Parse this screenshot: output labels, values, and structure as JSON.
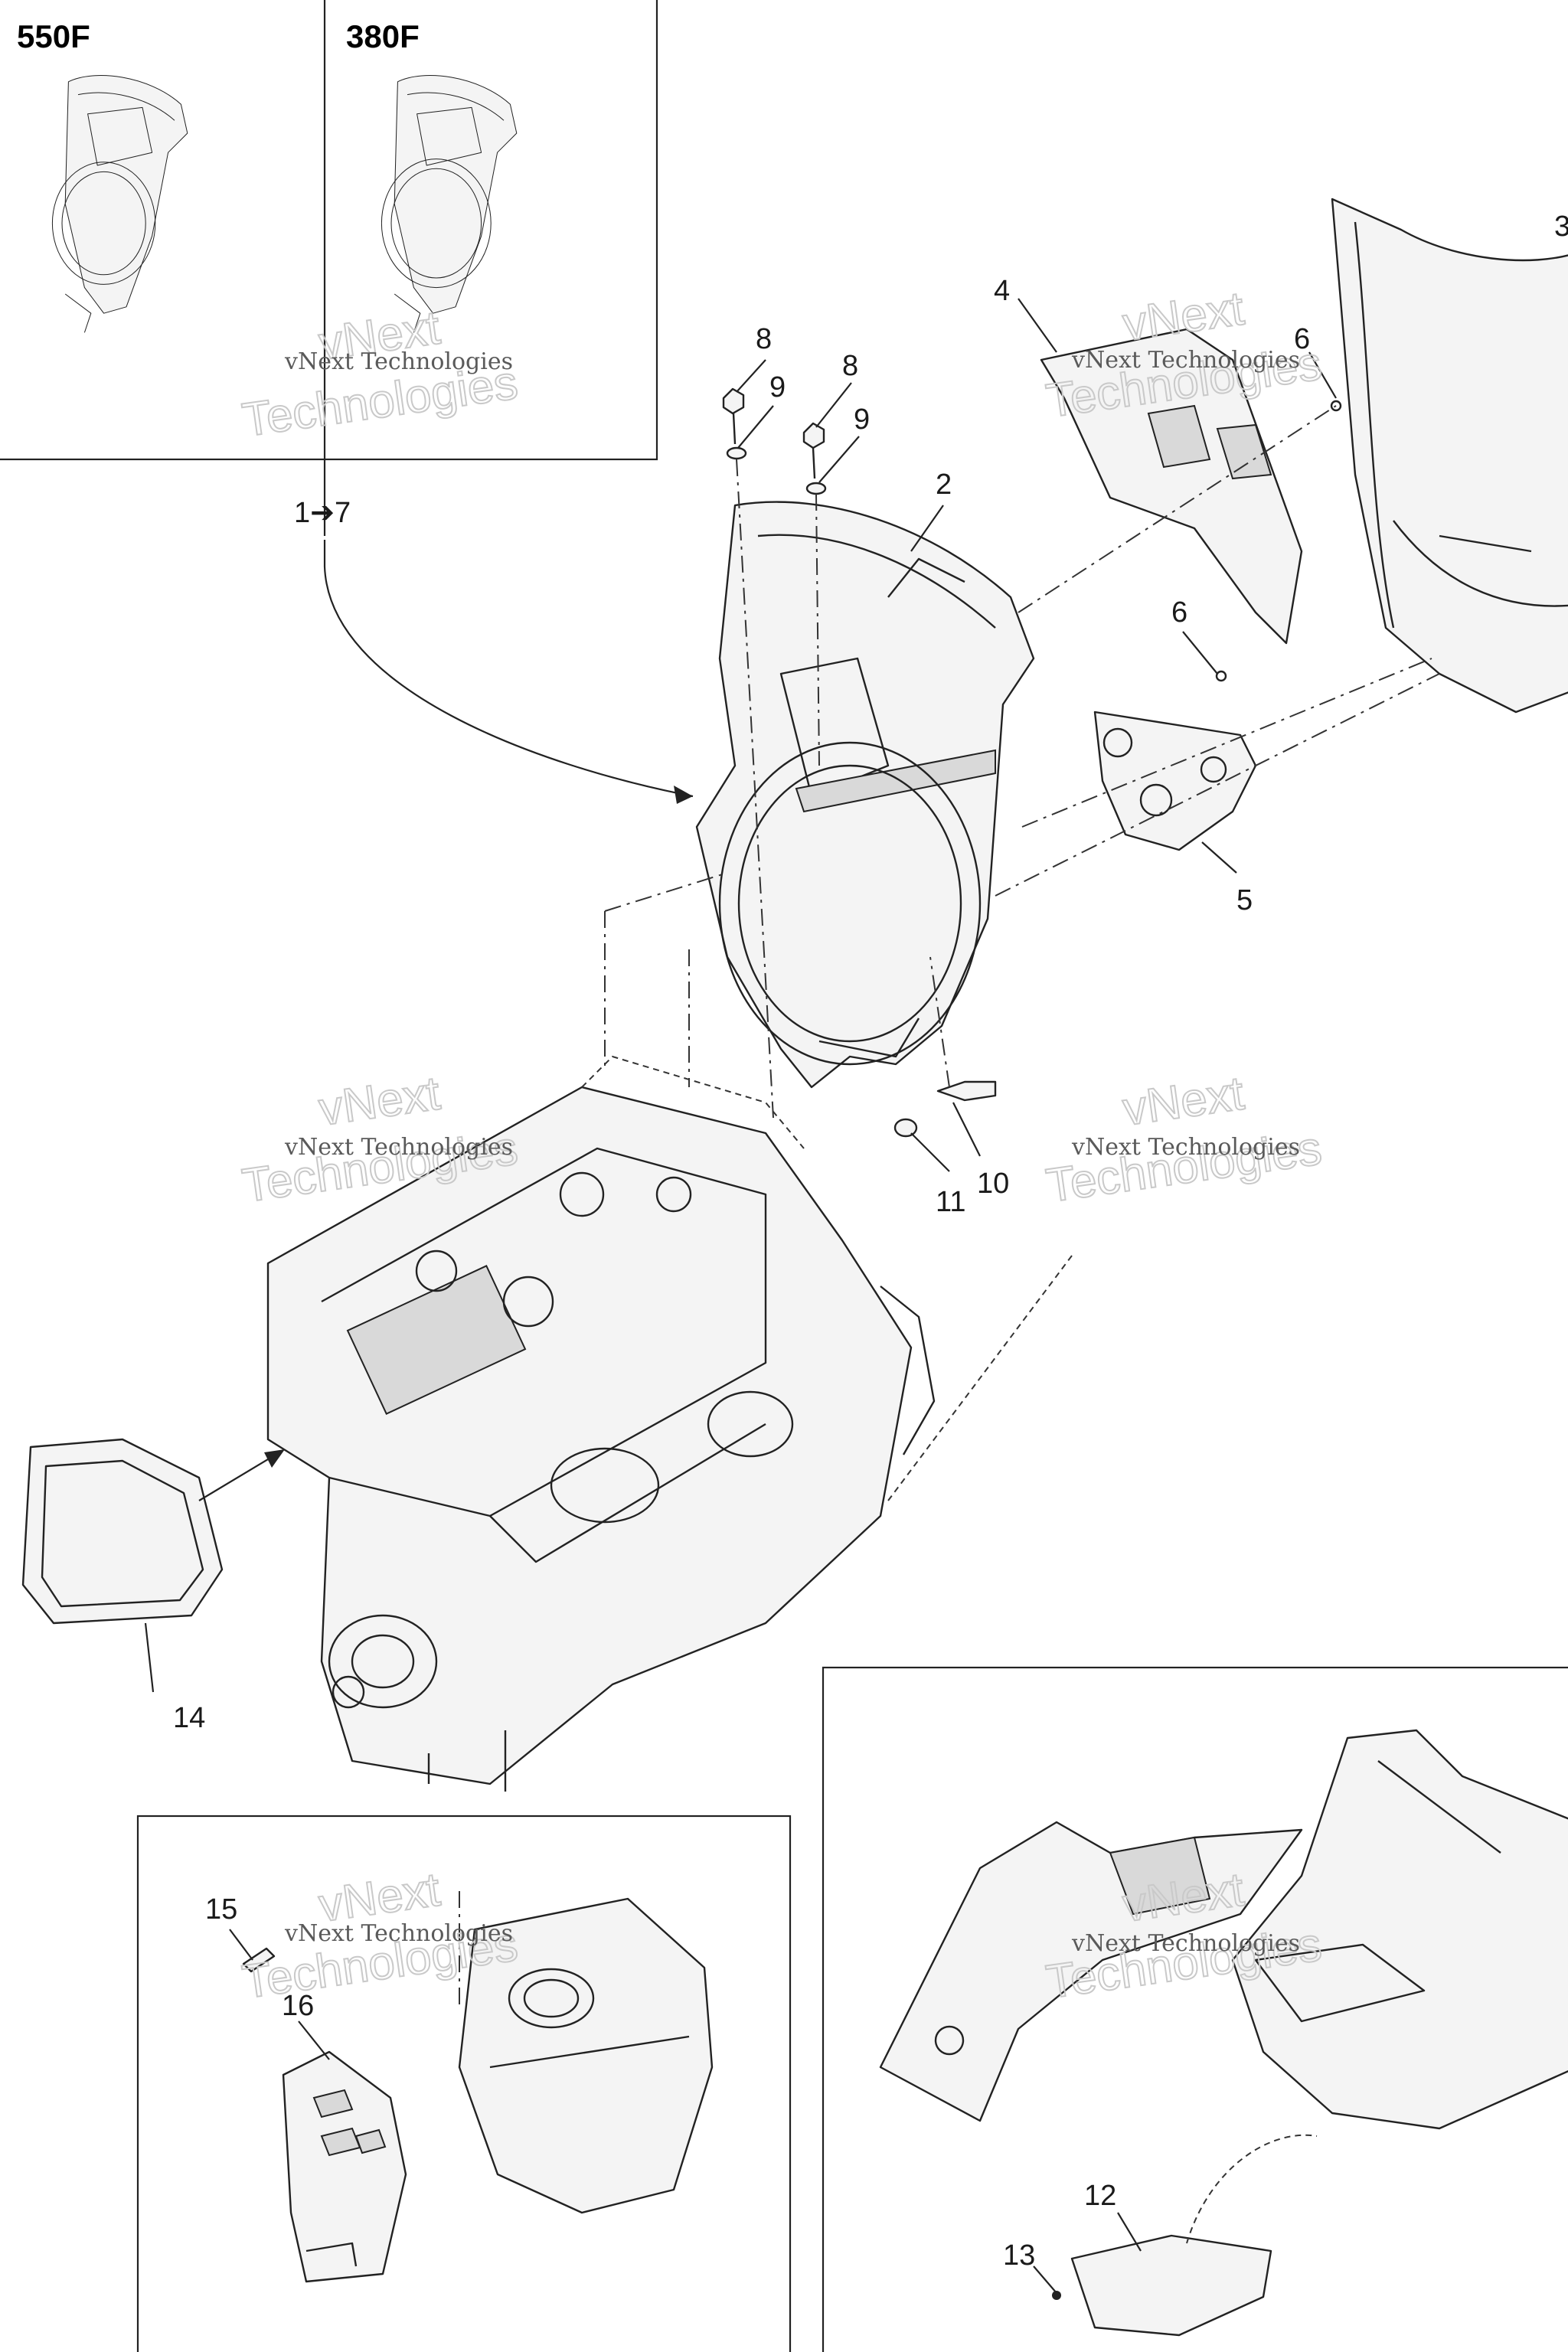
{
  "variants": {
    "left": "550F",
    "right": "380F"
  },
  "watermark": {
    "line1": "vNext Technologies",
    "brand": "vNext",
    "word": "Technologies"
  },
  "group_arrow_label": "1➔7",
  "callouts": {
    "c2": "2",
    "c3": "3",
    "c4": "4",
    "c5": "5",
    "c6a": "6",
    "c6b": "6",
    "c8a": "8",
    "c8b": "8",
    "c9a": "9",
    "c9b": "9",
    "c10": "10",
    "c11": "11",
    "c12": "12",
    "c13": "13",
    "c14": "14",
    "c15": "15",
    "c16": "16"
  },
  "colors": {
    "line": "#222222",
    "watermark": "#c9c9c9",
    "background": "#ffffff"
  }
}
